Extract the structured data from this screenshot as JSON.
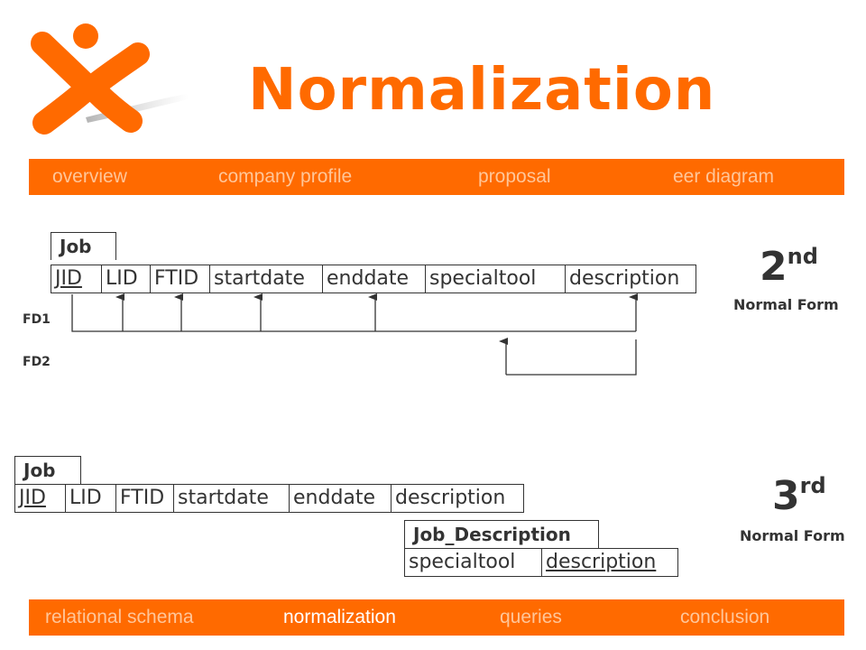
{
  "title": "Normalization",
  "nav_top": [
    {
      "label": "overview"
    },
    {
      "label": "company profile"
    },
    {
      "label": "proposal"
    },
    {
      "label": "eer diagram"
    }
  ],
  "nav_bottom": [
    {
      "label": "relational schema"
    },
    {
      "label": "normalization"
    },
    {
      "label": "queries"
    },
    {
      "label": "conclusion"
    }
  ],
  "nav_bottom_active": "normalization",
  "colors": {
    "accent": "#ff6a00",
    "nav_text": "#ffc699",
    "nav_active": "#ffffff",
    "text": "#333333"
  },
  "second_nf": {
    "form_number": "2",
    "form_suffix": "nd",
    "form_label": "Normal Form",
    "table": {
      "name": "Job",
      "columns": [
        "JID",
        "LID",
        "FTID",
        "startdate",
        "enddate",
        "specialtool",
        "description"
      ],
      "primary_key": [
        "JID"
      ]
    },
    "dependencies": [
      {
        "label": "FD1"
      },
      {
        "label": "FD2"
      }
    ]
  },
  "third_nf": {
    "form_number": "3",
    "form_suffix": "rd",
    "form_label": "Normal Form",
    "tables": [
      {
        "name": "Job",
        "columns": [
          "JID",
          "LID",
          "FTID",
          "startdate",
          "enddate",
          "description"
        ],
        "primary_key": [
          "JID"
        ]
      },
      {
        "name": "Job_Description",
        "columns": [
          "specialtool",
          "description"
        ],
        "primary_key": [
          "description"
        ]
      }
    ]
  }
}
